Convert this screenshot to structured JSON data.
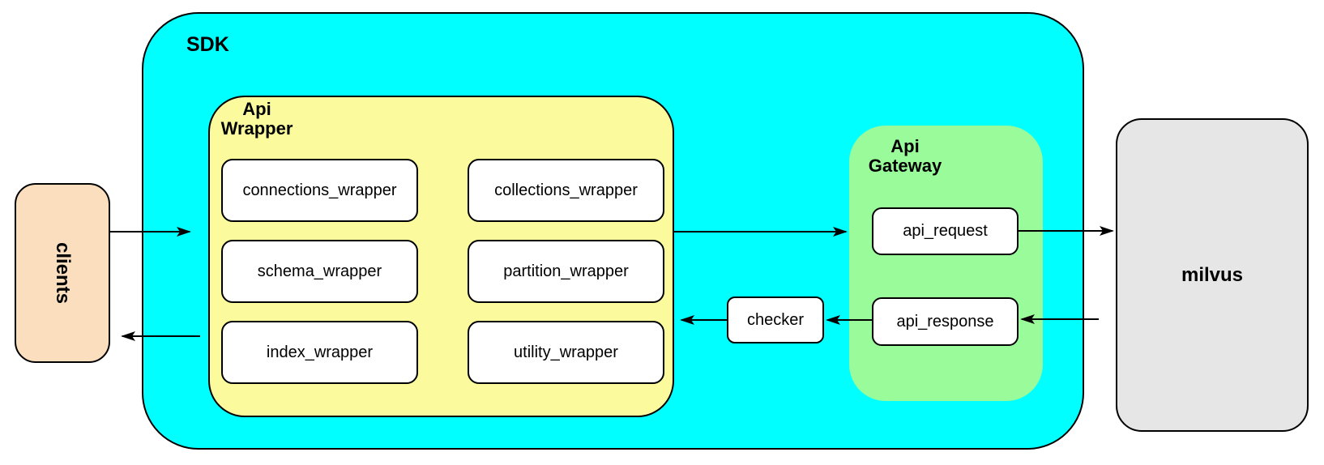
{
  "colors": {
    "sdk_fill": "#00FFFF",
    "api_wrapper_fill": "#FBFB9E",
    "api_gateway_fill": "#99FB99",
    "clients_fill": "#FBDEBD",
    "milvus_fill": "#E6E6E6",
    "module_fill": "#FFFFFF",
    "stroke": "#000000"
  },
  "clients": {
    "label": "clients"
  },
  "sdk": {
    "label": "SDK",
    "api_wrapper": {
      "label": [
        "Api",
        "Wrapper"
      ],
      "modules": [
        {
          "label": "connections_wrapper"
        },
        {
          "label": "collections_wrapper"
        },
        {
          "label": "schema_wrapper"
        },
        {
          "label": "partition_wrapper"
        },
        {
          "label": "index_wrapper"
        },
        {
          "label": "utility_wrapper"
        }
      ]
    },
    "checker": {
      "label": "checker"
    },
    "api_gateway": {
      "label": [
        "Api",
        "Gateway"
      ],
      "request": {
        "label": "api_request"
      },
      "response": {
        "label": "api_response"
      }
    }
  },
  "milvus": {
    "label": "milvus"
  }
}
